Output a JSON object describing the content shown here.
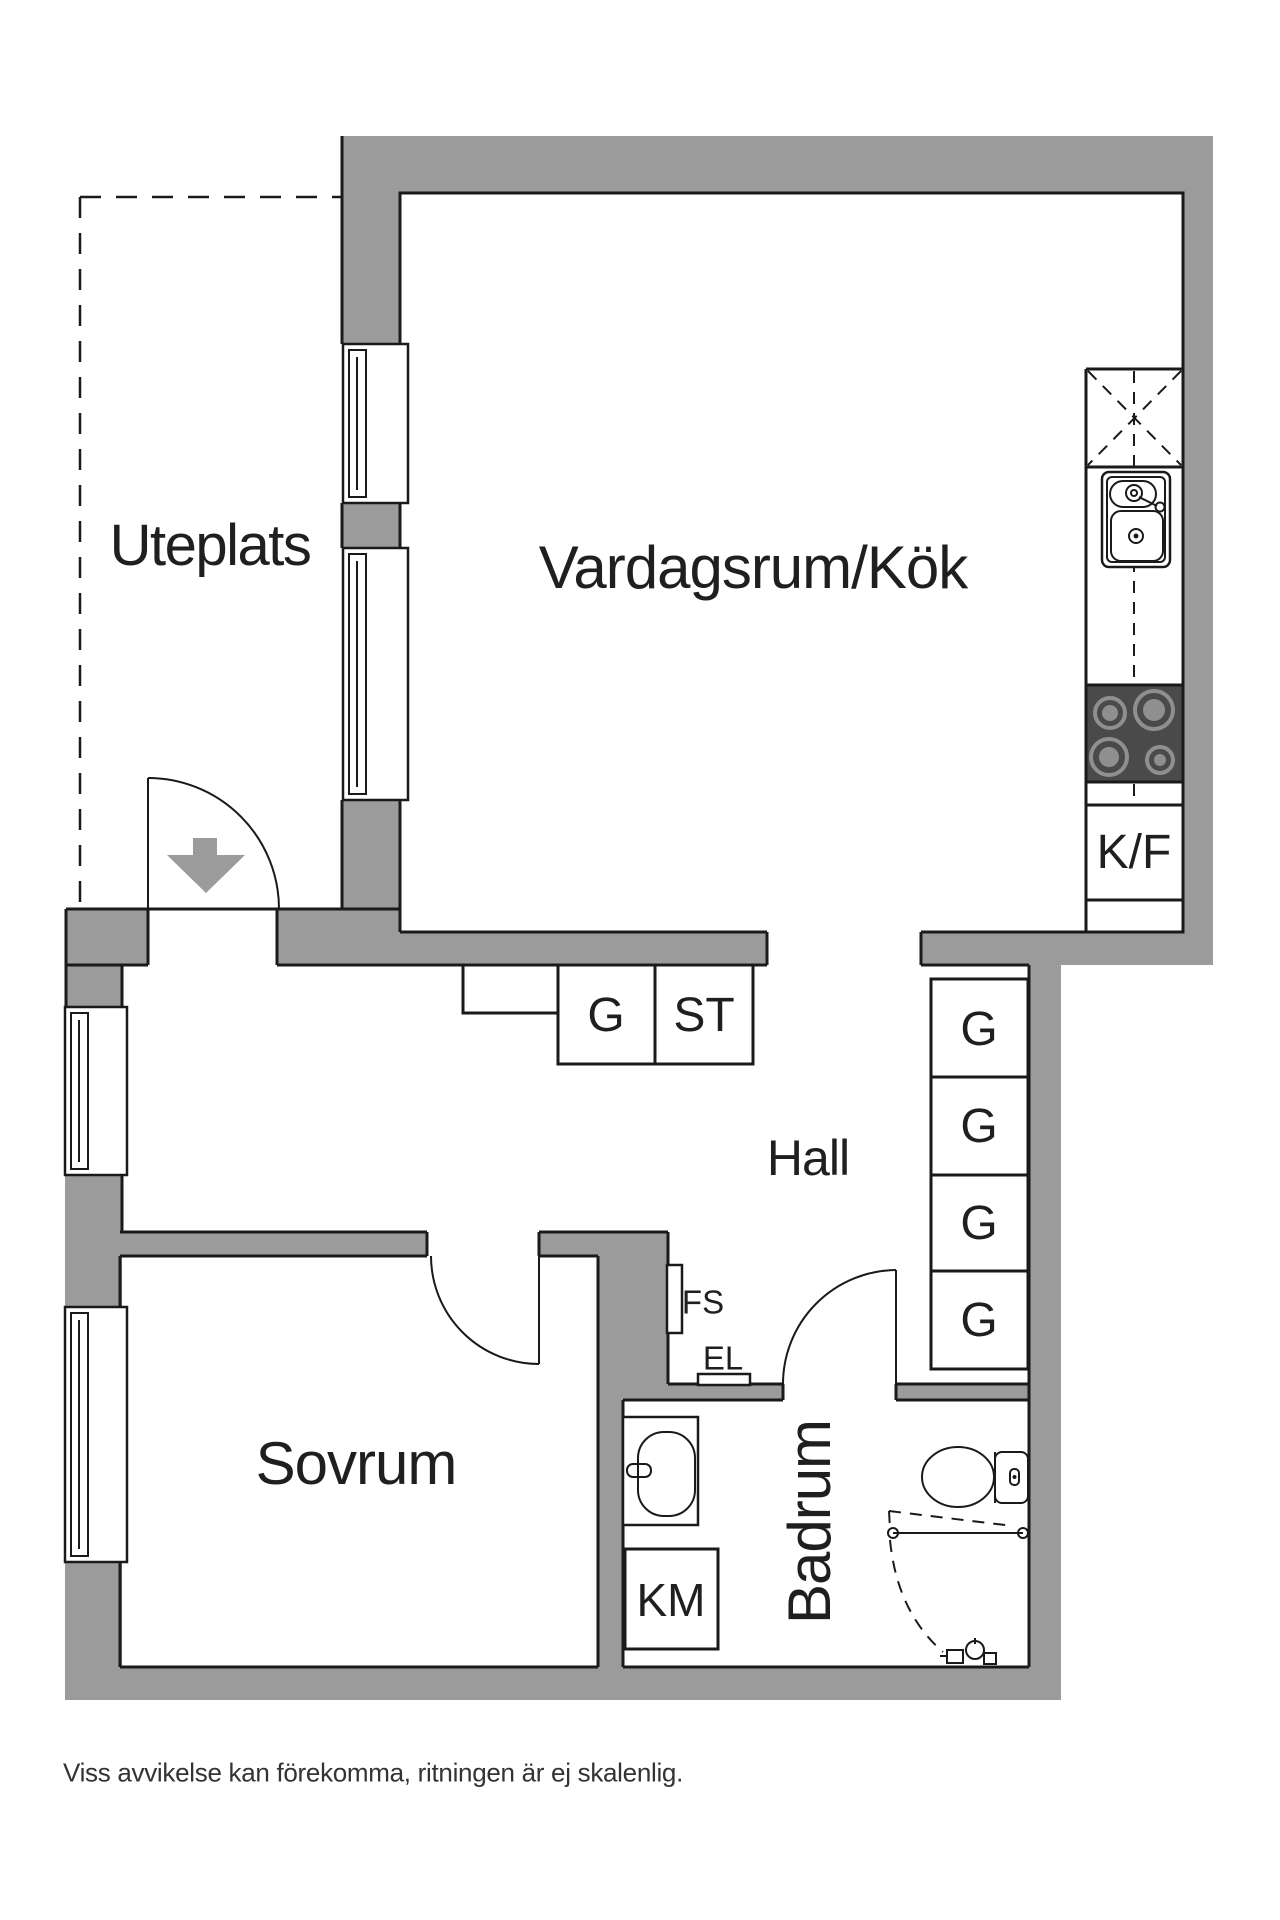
{
  "colors": {
    "wall": "#9a9b9a",
    "line": "#1a1a1a",
    "stove": "#4a4a4a",
    "burner": "#8f8f8f",
    "text": "#1f1f1f"
  },
  "rooms": {
    "uteplats": "Uteplats",
    "vardagsrum_kok": "Vardagsrum/Kök",
    "hall": "Hall",
    "sovrum": "Sovrum",
    "badrum": "Badrum"
  },
  "wardrobes": {
    "g1": "G",
    "g2": "G",
    "g3": "G",
    "g4": "G",
    "closet_g": "G",
    "closet_st": "ST"
  },
  "appliances": {
    "fridge_freezer": "K/F",
    "washing_machine": "KM"
  },
  "electrical": {
    "fuse_box": "FS",
    "outlet": "EL"
  },
  "footer": {
    "disclaimer": "Viss avvikelse kan förekomma, ritningen är ej skalenlig."
  }
}
